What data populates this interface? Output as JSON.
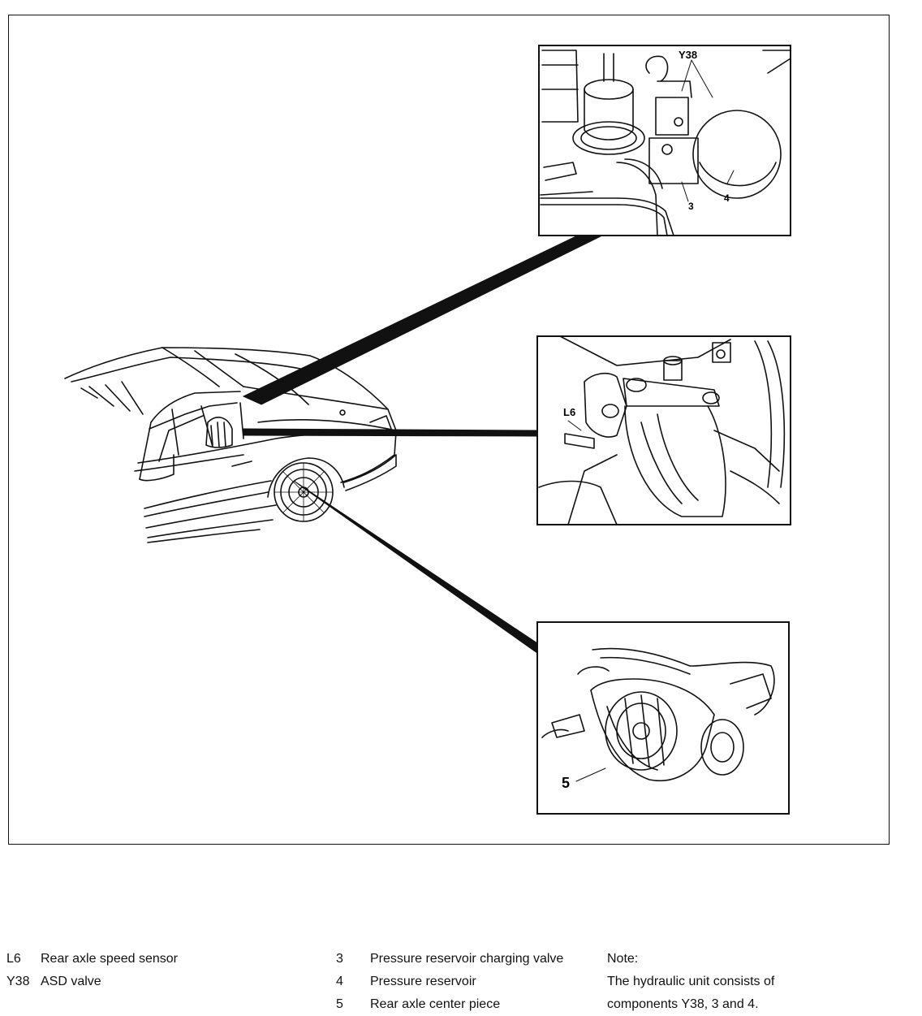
{
  "callouts": {
    "inset1_y38": "Y38",
    "inset1_3": "3",
    "inset1_4": "4",
    "inset2_l6": "L6",
    "inset3_5": "5"
  },
  "legend": {
    "left": [
      {
        "code": "L6",
        "label": "Rear axle speed sensor"
      },
      {
        "code": "Y38",
        "label": "ASD valve"
      }
    ],
    "middle": [
      {
        "code": "3",
        "label": "Pressure reservoir charging valve"
      },
      {
        "code": "4",
        "label": "Pressure reservoir"
      },
      {
        "code": "5",
        "label": "Rear axle center piece"
      }
    ],
    "note": {
      "title": "Note:",
      "lines": [
        "The hydraulic unit consists of",
        "components Y38, 3 and 4."
      ]
    }
  }
}
